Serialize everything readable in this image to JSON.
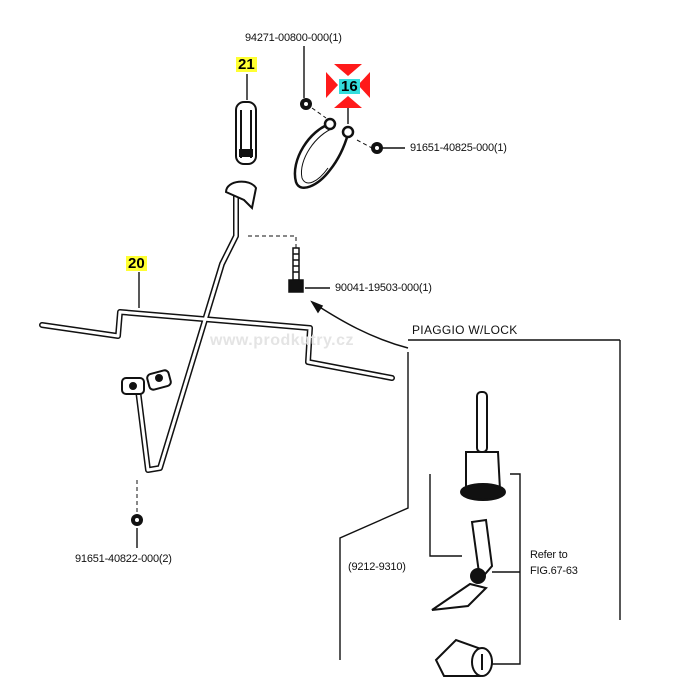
{
  "diagram": {
    "type": "exploded-parts-diagram",
    "watermark": "www.prodkutry.cz",
    "section_heading": "PIAGGIO  W/LOCK",
    "callouts": [
      {
        "id": "20",
        "highlight": "#ffff33"
      },
      {
        "id": "21",
        "highlight": "#ffff33"
      },
      {
        "id": "16",
        "highlight": "#33dddd",
        "selected": true,
        "marker_color": "#ff1a1a"
      }
    ],
    "part_numbers": {
      "nut_top": "94271-00800-000(1)",
      "nut_right": "91651-40825-000(1)",
      "bolt": "90041-19503-000(1)",
      "nut_bottom": "91651-40822-000(2)",
      "lock_range": "(9212-9310)",
      "refer_line1": "Refer to",
      "refer_line2": "FIG.67-63"
    }
  }
}
